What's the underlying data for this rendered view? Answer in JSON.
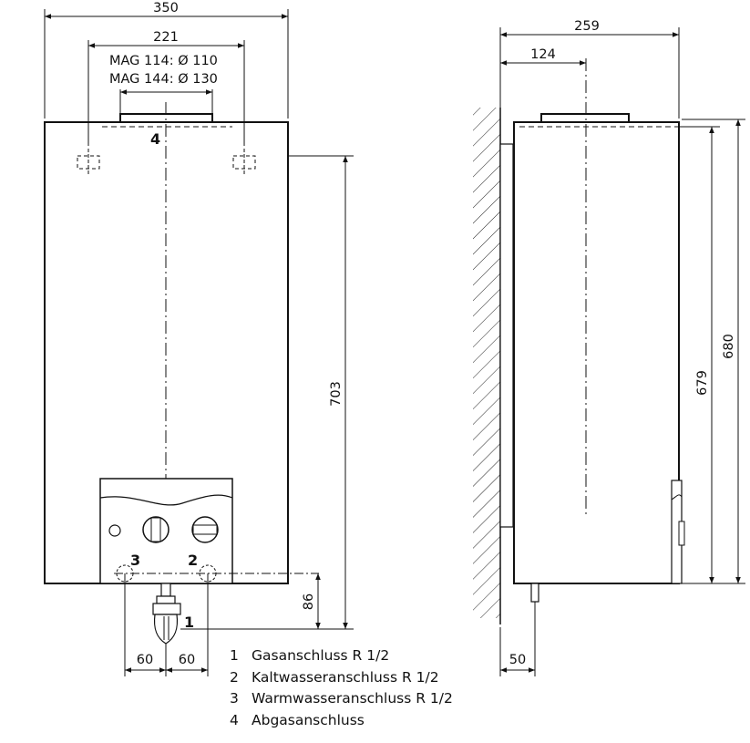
{
  "dimensions": {
    "width_total": "350",
    "flue_spacing": "221",
    "flue_mag114": "MAG 114: Ø 110",
    "flue_mag144": "MAG 144: Ø 130",
    "height_703": "703",
    "height_86": "86",
    "pipe_left": "60",
    "pipe_right": "60",
    "depth_total": "259",
    "depth_axis": "124",
    "height_679": "679",
    "height_680": "680",
    "gas_offset": "50"
  },
  "callouts": {
    "c1": "1",
    "c2": "2",
    "c3": "3",
    "c4": "4"
  },
  "legend": [
    {
      "num": "1",
      "text": "Gasanschluss R 1/2"
    },
    {
      "num": "2",
      "text": "Kaltwasseranschluss R 1/2"
    },
    {
      "num": "3",
      "text": "Warmwasseranschluss R 1/2"
    },
    {
      "num": "4",
      "text": "Abgasanschluss"
    }
  ]
}
